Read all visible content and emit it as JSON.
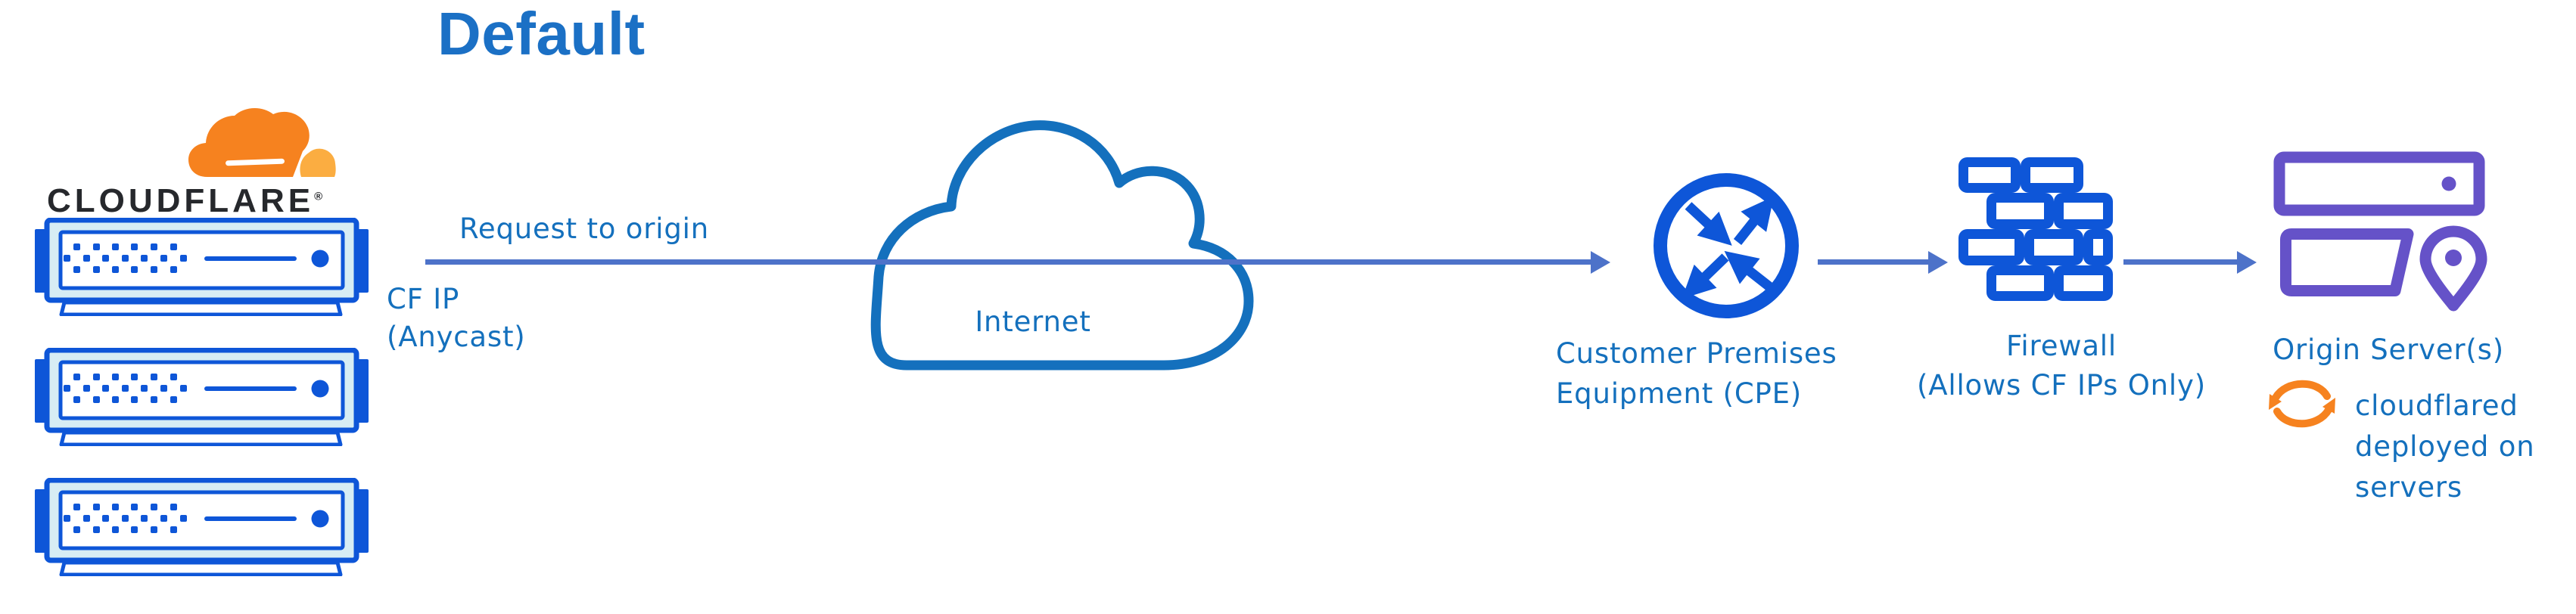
{
  "title": "Default",
  "logo": {
    "wordmark": "CLOUDFLARE",
    "registered_mark": "®"
  },
  "edge_servers": {
    "count": 3
  },
  "labels": {
    "request": "Request to origin",
    "cf_ip_line1": "CF IP",
    "cf_ip_line2": "(Anycast)",
    "internet": "Internet",
    "cpe_line1": "Customer Premises",
    "cpe_line2": "Equipment (CPE)",
    "firewall_line1": "Firewall",
    "firewall_line2": "(Allows CF IPs Only)",
    "origin": "Origin Server(s)",
    "cloudflared_line1": "cloudflared",
    "cloudflared_line2": "deployed on",
    "cloudflared_line3": "servers"
  },
  "colors": {
    "title_blue": "#1b70c5",
    "label_blue": "#1470bd",
    "connector_blue": "#4d72c9",
    "icon_blue": "#0e56d8",
    "server_panel_fill": "#d7edf4",
    "origin_purple": "#6552c8",
    "cloudflare_orange": "#f6821f",
    "cloudflare_orange_light": "#fbad41",
    "wordmark_dark": "#26282c"
  }
}
